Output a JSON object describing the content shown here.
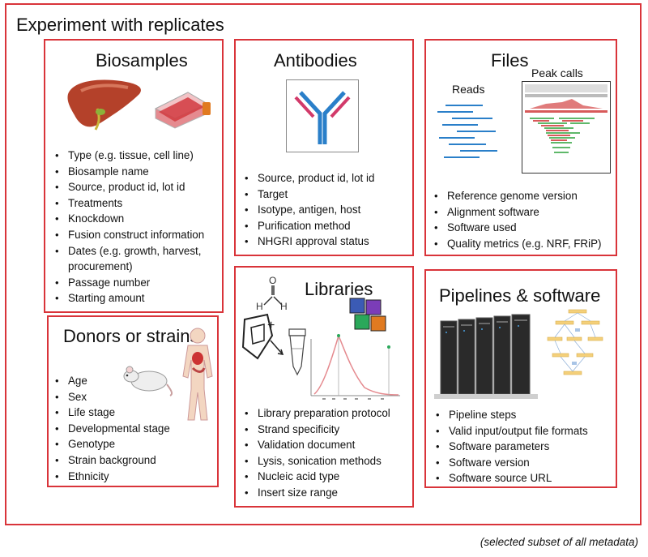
{
  "outer": {
    "title": "Experiment with replicates",
    "footnote": "(selected subset of all metadata)"
  },
  "biosamples": {
    "title": "Biosamples",
    "items": [
      "Type (e.g. tissue, cell line)",
      "Biosample name",
      "Source, product id, lot id",
      "Treatments",
      "Knockdown",
      "Fusion construct information",
      "Dates (e.g. growth, harvest,",
      "procurement)",
      "Passage number",
      "Starting amount"
    ]
  },
  "donors": {
    "title": "Donors or strains",
    "items": [
      "Age",
      "Sex",
      "Life stage",
      "Developmental stage",
      "Genotype",
      "Strain background",
      "Ethnicity"
    ]
  },
  "antibodies": {
    "title": "Antibodies",
    "items": [
      "Source, product id, lot id",
      "Target",
      "Isotype, antigen, host",
      "Purification method",
      "NHGRI approval status"
    ]
  },
  "libraries": {
    "title": "Libraries",
    "items": [
      "Library preparation protocol",
      "Strand specificity",
      "Validation document",
      "Lysis, sonication methods",
      "Nucleic acid type",
      "Insert size range"
    ]
  },
  "files": {
    "title": "Files",
    "reads_label": "Reads",
    "peaks_label": "Peak calls",
    "items": [
      "Reference genome version",
      "Alignment software",
      "Software used",
      "Quality metrics (e.g. NRF, FRiP)"
    ]
  },
  "pipelines": {
    "title": "Pipelines & software",
    "items": [
      "Pipeline steps",
      "Valid input/output file formats",
      "Software parameters",
      "Software version",
      "Software source URL"
    ]
  },
  "colors": {
    "border": "#d9343a",
    "reads": "#2a7fc9",
    "peaks": "#d85a5a",
    "peak_reads": "#5fb86a"
  },
  "icons": [
    "liver-icon",
    "cell-flask-icon",
    "mouse-icon",
    "human-body-icon",
    "antibody-icon",
    "formaldehyde-icon",
    "cell-icon",
    "tube-icon",
    "gel-images-icon",
    "size-distribution-icon",
    "reads-icon",
    "genome-browser-icon",
    "server-rack-icon",
    "flowchart-icon"
  ]
}
